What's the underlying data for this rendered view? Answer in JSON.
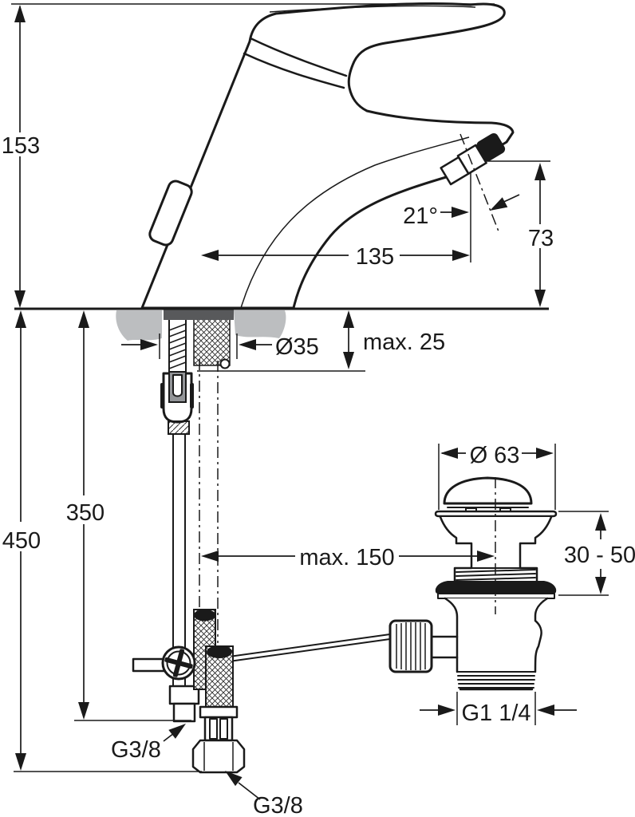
{
  "drawing": {
    "kind": "technical installation diagram — single-lever basin mixer with pop-up waste",
    "colors": {
      "line": "#1a1a1a",
      "deck_gray": "#bcbec0",
      "fitting_gray": "#939598",
      "base_gray": "#58595b",
      "background": "#ffffff"
    },
    "dimensions": {
      "height_above_deck": "153",
      "overall_drop": "450",
      "hose_drop": "350",
      "spout_reach": "135",
      "outlet_height": "73",
      "spout_angle": "21°",
      "deck_thickness": "max. 25",
      "hole_diameter": "Ø35",
      "waste_cap_diameter": "Ø 63",
      "waste_height_range": "30 - 50",
      "waste_max_offset": "max. 150",
      "waste_thread": "G1 1/4",
      "supply_thread_left": "G3/8",
      "supply_thread_bottom": "G3/8"
    }
  }
}
